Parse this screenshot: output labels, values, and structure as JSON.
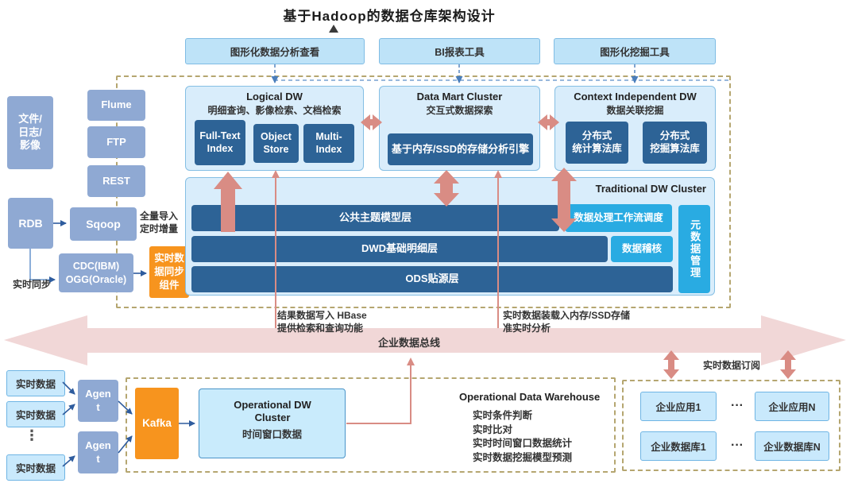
{
  "title": "基于Hadoop的数据仓库架构设计",
  "colors": {
    "accent_dark_blue": "#2D6396",
    "accent_cyan": "#29ABE2",
    "accent_orange": "#F7941E",
    "source_blue": "#8FA9D3",
    "panel_blue": "#D9EDFB",
    "light_blue": "#C9E9FC",
    "bus_pink": "#F1D7D7",
    "arrow_salmon": "#D98C84",
    "dash_olive": "#B5A670"
  },
  "tools": {
    "analysis": "图形化数据分析查看",
    "bi": "BI报表工具",
    "mining": "图形化挖掘工具"
  },
  "logical_dw": {
    "title": "Logical DW",
    "subtitle": "明细查询、影像检索、文档检索",
    "items": [
      "Full-Text Index",
      "Object Store",
      "Multi-Index"
    ]
  },
  "data_mart": {
    "title": "Data Mart Cluster",
    "subtitle": "交互式数据探索",
    "engine": "基于内存/SSD的存储分析引擎"
  },
  "context_dw": {
    "title": "Context Independent DW",
    "subtitle": "数据关联挖掘",
    "items": [
      "分布式\n统计算法库",
      "分布式\n挖掘算法库"
    ]
  },
  "traditional": {
    "title": "Traditional DW Cluster",
    "layer_model": "公共主题模型层",
    "layer_dwd": "DWD基础明细层",
    "layer_ods": "ODS贴源层",
    "workflow": "数据处理工作流调度",
    "audit": "数据稽核",
    "metadata": "元数据管理"
  },
  "sources": {
    "files": "文件/\n日志/\n影像",
    "flume": "Flume",
    "ftp": "FTP",
    "rest": "REST",
    "rdb": "RDB",
    "sqoop": "Sqoop",
    "cdc": "CDC(IBM)\nOGG(Oracle)",
    "sync_component": "实时数据同步组件",
    "batch_note": "全量导入\n定时增量",
    "realtime_note": "实时同步"
  },
  "bus": {
    "label": "企业数据总线",
    "hbase_note": "结果数据写入 HBase\n提供检索和查询功能",
    "ssd_note": "实时数据装载入内存/SSD存储\n准实时分析",
    "subscribe_note": "实时数据订阅"
  },
  "streaming": {
    "realtime1": "实时数据",
    "realtime2": "实时数据",
    "realtime3": "实时数据",
    "ellipsis": "⋮",
    "agent1": "Agent",
    "agent2": "Agent",
    "kafka": "Kafka"
  },
  "operational": {
    "cluster_title": "Operational DW Cluster",
    "cluster_subtitle": "时间窗口数据",
    "panel_title": "Operational Data Warehouse",
    "features": [
      "实时条件判断",
      "实时比对",
      "实时时间窗口数据统计",
      "实时数据挖掘模型预测"
    ]
  },
  "enterprise": {
    "app1": "企业应用1",
    "appN": "企业应用N",
    "db1": "企业数据库1",
    "dbN": "企业数据库N",
    "ellipsis1": "···",
    "ellipsis2": "···"
  }
}
